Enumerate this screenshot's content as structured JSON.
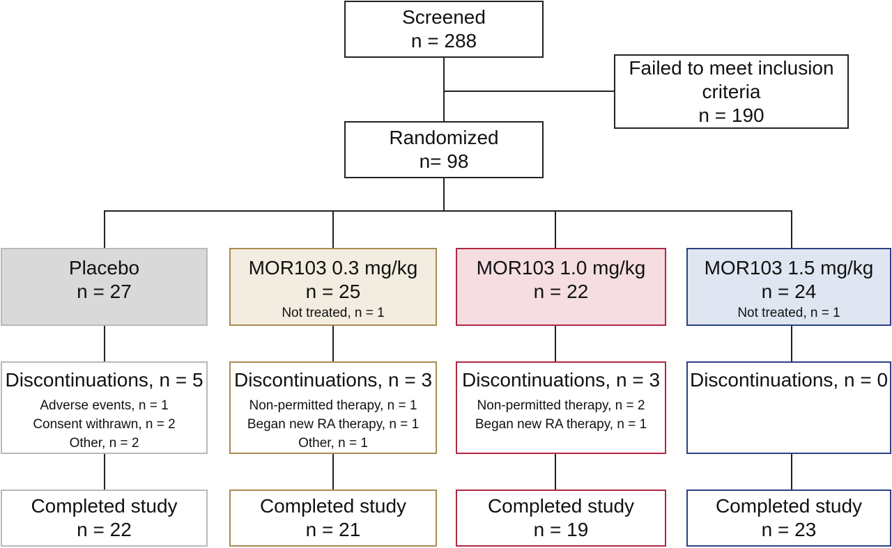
{
  "screened": {
    "label": "Screened",
    "n": "n = 288"
  },
  "failed": {
    "line1": "Failed to meet inclusion",
    "line2": "criteria",
    "n": "n = 190"
  },
  "randomized": {
    "label": "Randomized",
    "n": "n= 98"
  },
  "arms": [
    {
      "name": "Placebo",
      "n": "n = 27",
      "note": "",
      "discontinuations": {
        "title": "Discontinuations, n = 5",
        "reasons": [
          "Adverse events, n = 1",
          "Consent withrawn, n = 2",
          "Other, n = 2"
        ]
      },
      "completed": {
        "label": "Completed study",
        "n": "n = 22"
      },
      "color": "#b8b8b8",
      "fill": "#d9d9d9"
    },
    {
      "name": "MOR103 0.3 mg/kg",
      "n": "n = 25",
      "note": "Not treated, n = 1",
      "discontinuations": {
        "title": "Discontinuations, n = 3",
        "reasons": [
          "Non-permitted therapy, n = 1",
          "Began new RA therapy, n = 1",
          "Other, n = 1"
        ]
      },
      "completed": {
        "label": "Completed study",
        "n": "n = 21"
      },
      "color": "#a98b50",
      "fill": "#f2ede0"
    },
    {
      "name": "MOR103 1.0 mg/kg",
      "n": "n = 22",
      "note": "",
      "discontinuations": {
        "title": "Discontinuations, n = 3",
        "reasons": [
          "Non-permitted therapy, n = 2",
          "Began new RA therapy, n = 1",
          ""
        ]
      },
      "completed": {
        "label": "Completed study",
        "n": "n = 19"
      },
      "color": "#b02743",
      "fill": "#f5dde2"
    },
    {
      "name": "MOR103 1.5 mg/kg",
      "n": "n = 24",
      "note": "Not treated, n = 1",
      "discontinuations": {
        "title": "Discontinuations, n = 0",
        "reasons": [
          "",
          "",
          ""
        ]
      },
      "completed": {
        "label": "Completed study",
        "n": "n = 23"
      },
      "color": "#2b3f85",
      "fill": "#dfe6f1"
    }
  ]
}
